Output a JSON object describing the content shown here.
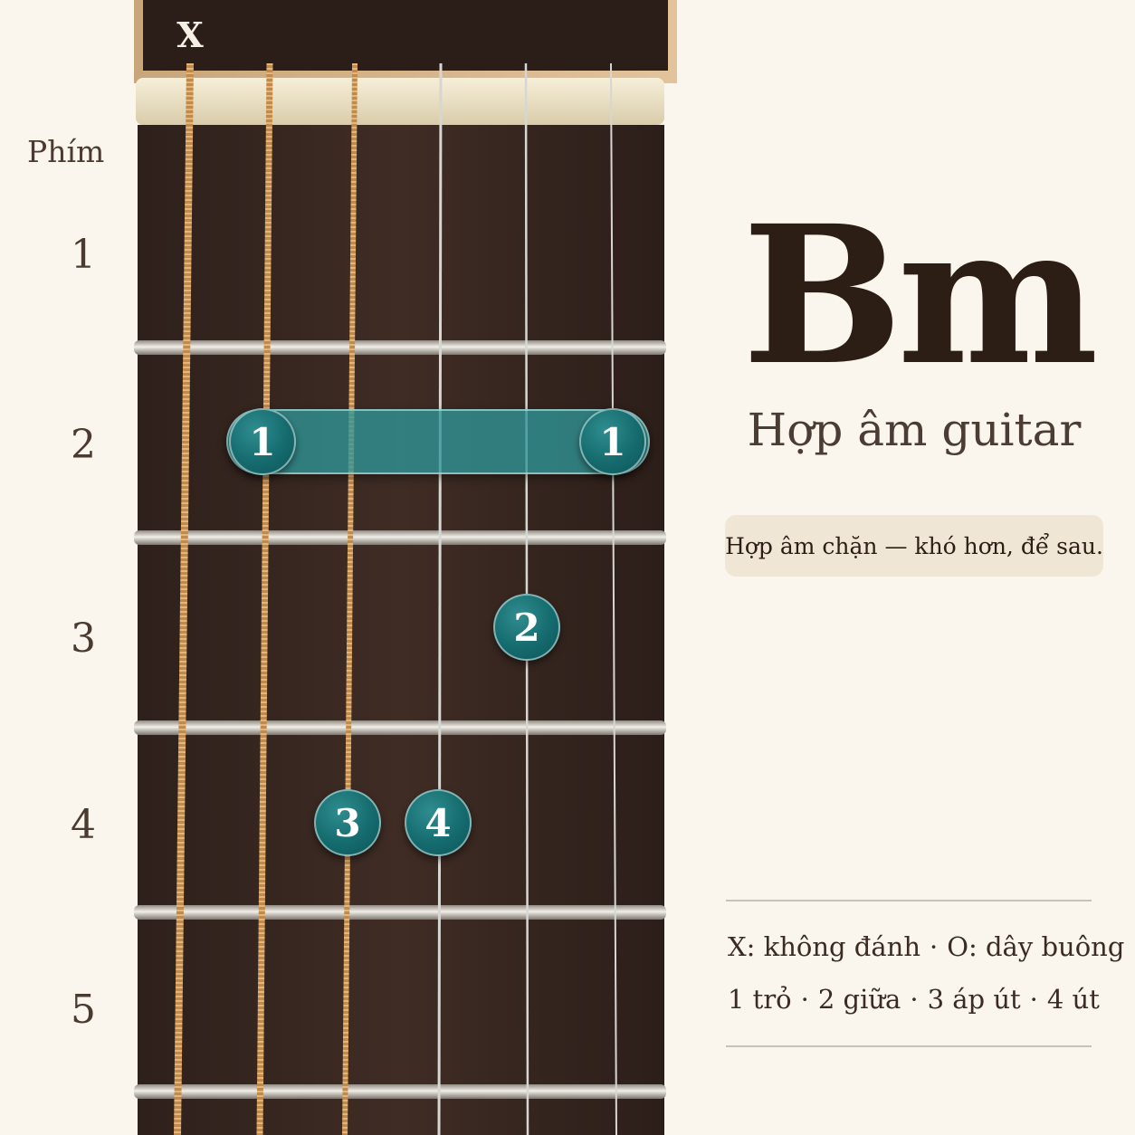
{
  "fret_header": "Phím",
  "fret_numbers": [
    "1",
    "2",
    "3",
    "4",
    "5"
  ],
  "mute_mark": "X",
  "chord": {
    "name": "Bm",
    "subtitle": "Hợp âm guitar",
    "note": "Hợp âm chặn — khó hơn, để sau."
  },
  "legend": {
    "mute": "X: không đánh",
    "open": "O: dây buông",
    "fingers": [
      "1 trỏ",
      "2 giữa",
      "3 áp út",
      "4 út"
    ]
  },
  "diagram": {
    "muted_strings": [
      6
    ],
    "barre": {
      "fret": 2,
      "from_string": 5,
      "to_string": 1,
      "finger": "1"
    },
    "fingers": [
      {
        "string": 5,
        "fret": 2,
        "finger": "1"
      },
      {
        "string": 1,
        "fret": 2,
        "finger": "1"
      },
      {
        "string": 2,
        "fret": 3,
        "finger": "2"
      },
      {
        "string": 4,
        "fret": 4,
        "finger": "3"
      },
      {
        "string": 3,
        "fret": 4,
        "finger": "4"
      }
    ]
  },
  "colors": {
    "marker": "#156b6e",
    "fretboard": "#3a2822",
    "background": "#faf6ee"
  }
}
